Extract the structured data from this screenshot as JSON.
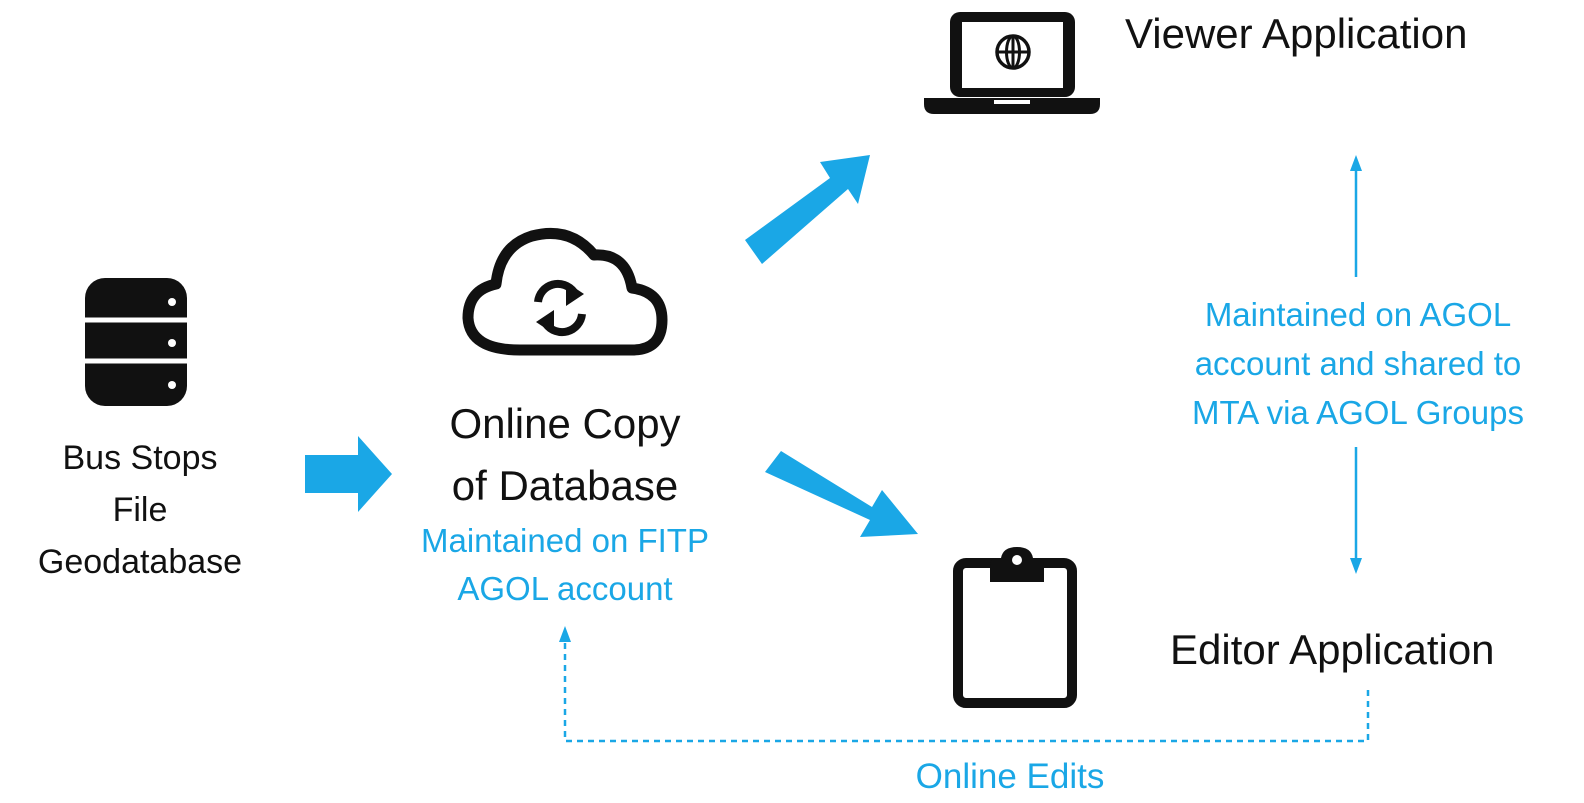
{
  "colors": {
    "accent": "#1aa7e6",
    "ink": "#111111"
  },
  "icons": {
    "source": "database-icon",
    "cloud": "cloud-sync-icon",
    "viewer": "laptop-globe-icon",
    "editor": "clipboard-icon"
  },
  "source": {
    "lines": [
      "Bus Stops",
      "File",
      "Geodatabase"
    ]
  },
  "online_copy": {
    "title_lines": [
      "Online Copy",
      "of Database"
    ],
    "note_lines": [
      "Maintained on FITP",
      "AGOL account"
    ]
  },
  "viewer": {
    "title": "Viewer Application"
  },
  "editor": {
    "title": "Editor Application"
  },
  "sharing_note": {
    "lines": [
      "Maintained on AGOL",
      "account and shared to",
      "MTA via AGOL Groups"
    ]
  },
  "feedback": {
    "label": "Online Edits"
  }
}
